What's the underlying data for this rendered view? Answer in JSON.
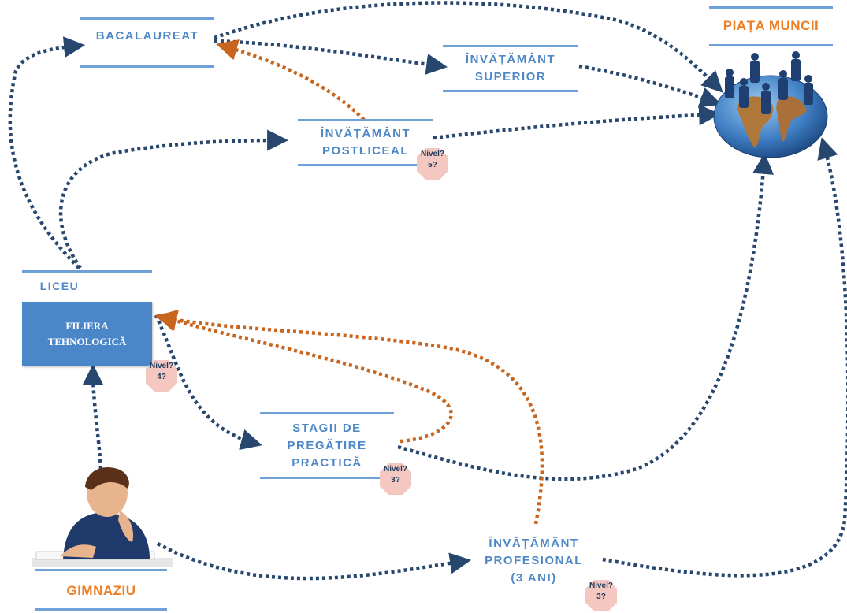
{
  "nodes": {
    "bacalaureat": "BACALAUREAT",
    "superior_l1": "ÎNVĂŢĂMÂNT",
    "superior_l2": "SUPERIOR",
    "postliceal_l1": "ÎNVĂŢĂMÂNT",
    "postliceal_l2": "POSTLICEAL",
    "piata_muncii": "PIAȚA MUNCII",
    "liceu": "LICEU",
    "filiera_l1": "FILIERA",
    "filiera_l2": "TEHNOLOGICĂ",
    "stagii_l1": "STAGII DE",
    "stagii_l2": "PREGĂTIRE",
    "stagii_l3": "PRACTICĂ",
    "profesional_l1": "ÎNVĂŢĂMÂNT",
    "profesional_l2": "PROFESIONAL",
    "profesional_l3": "(3 ANI)",
    "gimnaziu": "GIMNAZIU"
  },
  "badges": {
    "postliceal": {
      "word": "Nivel?",
      "num": "5?"
    },
    "filiera": {
      "word": "Nivel?",
      "num": "4?"
    },
    "stagii": {
      "word": "Nivel?",
      "num": "3?"
    },
    "profesional": {
      "word": "Nivel?",
      "num": "3?"
    }
  },
  "colors": {
    "blue_text": "#4f88c6",
    "filled_box": "#4a86c8",
    "dotted_blue": "#27476e",
    "dotted_orange": "#c8651e",
    "orange_title": "#ef7d22",
    "badge_fill": "#f4c8c0"
  },
  "icons": {
    "globe": "globe-with-business-people-icon",
    "student": "thinking-student-icon"
  }
}
